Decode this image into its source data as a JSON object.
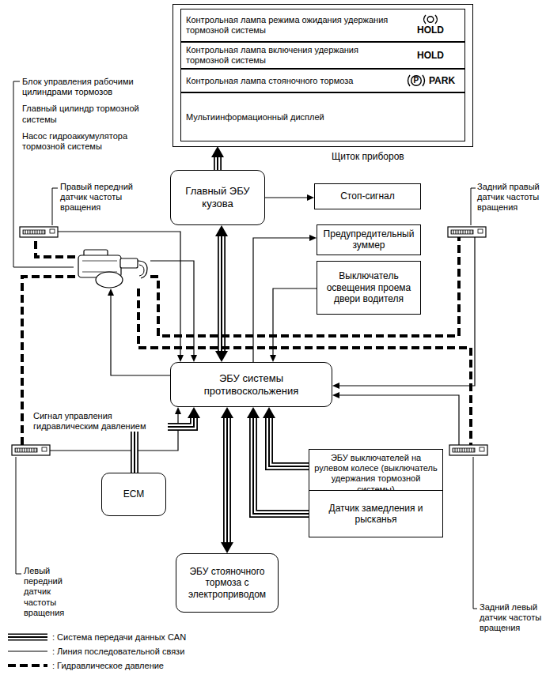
{
  "diagram": {
    "nodes": [
      {
        "text": [
          "Щиток приборов"
        ]
      },
      {
        "text": [
          "Контрольная лампа режима ожидания удержания тормозной системы",
          "HOLD"
        ],
        "in": 0
      },
      {
        "text": [
          "Контрольная лампа включения удержания тормозной системы",
          "HOLD"
        ],
        "in": 0
      },
      {
        "text": [
          "Контрольная лампа стояночного тормоза",
          "PARK"
        ],
        "in": 0
      },
      {
        "text": [
          "Мультиинформационный дисплей"
        ],
        "in": 0
      },
      {
        "text": [
          "Главный ЭБУ кузова"
        ]
      },
      {
        "text": [
          "Стоп-сигнал"
        ]
      },
      {
        "text": [
          "Предупредительный зуммер"
        ]
      },
      {
        "text": [
          "Выключатель освещения проема двери водителя"
        ]
      },
      {
        "text": [
          "Блок управления рабочими цилиндрами тормозов",
          "Главный цилиндр тормозной системы",
          "Насос гидроаккумулятора тормозной системы"
        ]
      },
      {
        "text": [
          "Правый передний датчик частоты вращения"
        ]
      },
      {
        "text": [
          "Задний правый датчик частоты вращения"
        ]
      },
      {
        "text": [
          "ЭБУ системы противоскольжения"
        ]
      },
      {
        "text": [
          "Левый передний датчик частоты вращения"
        ]
      },
      {
        "text": [
          "Задний левый датчик частоты вращения"
        ]
      },
      {
        "text": [
          "ECM"
        ]
      },
      {
        "text": [
          "ЭБУ стояночного тормоза с электроприводом"
        ]
      },
      {
        "text": [
          "ЭБУ выключателей на рулевом колесе (выключатель удержания тормозной системы)"
        ]
      },
      {
        "text": [
          "Датчик замедления и рысканья"
        ]
      }
    ],
    "edges": [
      {
        "from": 5,
        "to": 0,
        "arrow": "to"
      },
      {
        "from": 5,
        "to": 6,
        "arrow": "to"
      },
      {
        "from": 5,
        "to": 12,
        "arrow": "both"
      },
      {
        "from": 12,
        "to": 7,
        "arrow": "to"
      },
      {
        "from": 8,
        "to": 12,
        "arrow": "to"
      },
      {
        "from": 10,
        "to": 12,
        "arrow": "to"
      },
      {
        "from": 9,
        "to": 12,
        "arrow": "to"
      },
      {
        "from": 12,
        "to": 9,
        "arrow": "to",
        "label": "Сигнал управления гидравлическим давлением"
      },
      {
        "from": 13,
        "to": 12,
        "arrow": "to"
      },
      {
        "from": 11,
        "to": 12,
        "arrow": "to"
      },
      {
        "from": 14,
        "to": 12,
        "arrow": "to"
      },
      {
        "from": 15,
        "to": 12,
        "arrow": "to"
      },
      {
        "from": 12,
        "to": 16,
        "arrow": "both"
      },
      {
        "from": 17,
        "to": 12,
        "arrow": "to"
      },
      {
        "from": 18,
        "to": 12,
        "arrow": "to"
      },
      {
        "from": 9,
        "to": 10,
        "arrow": "none"
      },
      {
        "from": 9,
        "to": 11,
        "arrow": "none"
      },
      {
        "from": 9,
        "to": 13,
        "arrow": "none"
      },
      {
        "from": 9,
        "to": 14,
        "arrow": "none"
      }
    ],
    "labels": [
      "P"
    ],
    "legend": [
      {
        "text": ": Система передачи данных CAN"
      },
      {
        "text": ": Линия последовательной связи"
      },
      {
        "text": ": Гидравлическое давление"
      }
    ]
  }
}
